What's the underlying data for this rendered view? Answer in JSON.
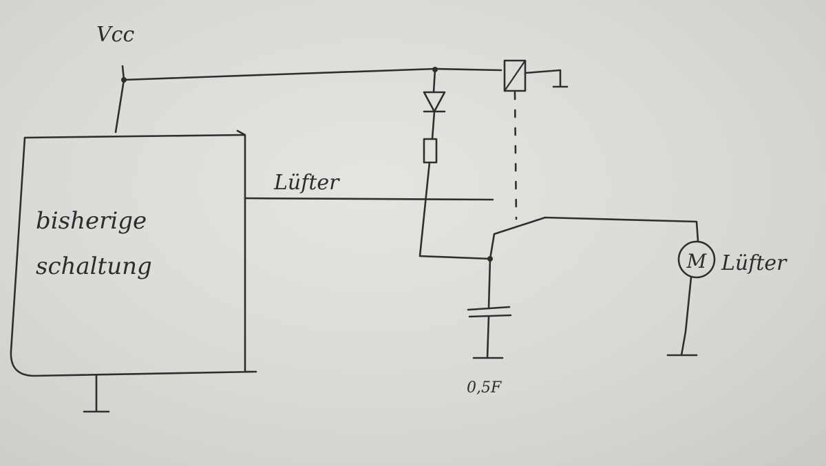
{
  "labels": {
    "supply": "Vcc",
    "block_line1": "bisherige",
    "block_line2": "schaltung",
    "signal_wire": "Lüfter",
    "motor_symbol": "M",
    "motor_label": "Lüfter",
    "capacitor_value": "0,5F"
  }
}
